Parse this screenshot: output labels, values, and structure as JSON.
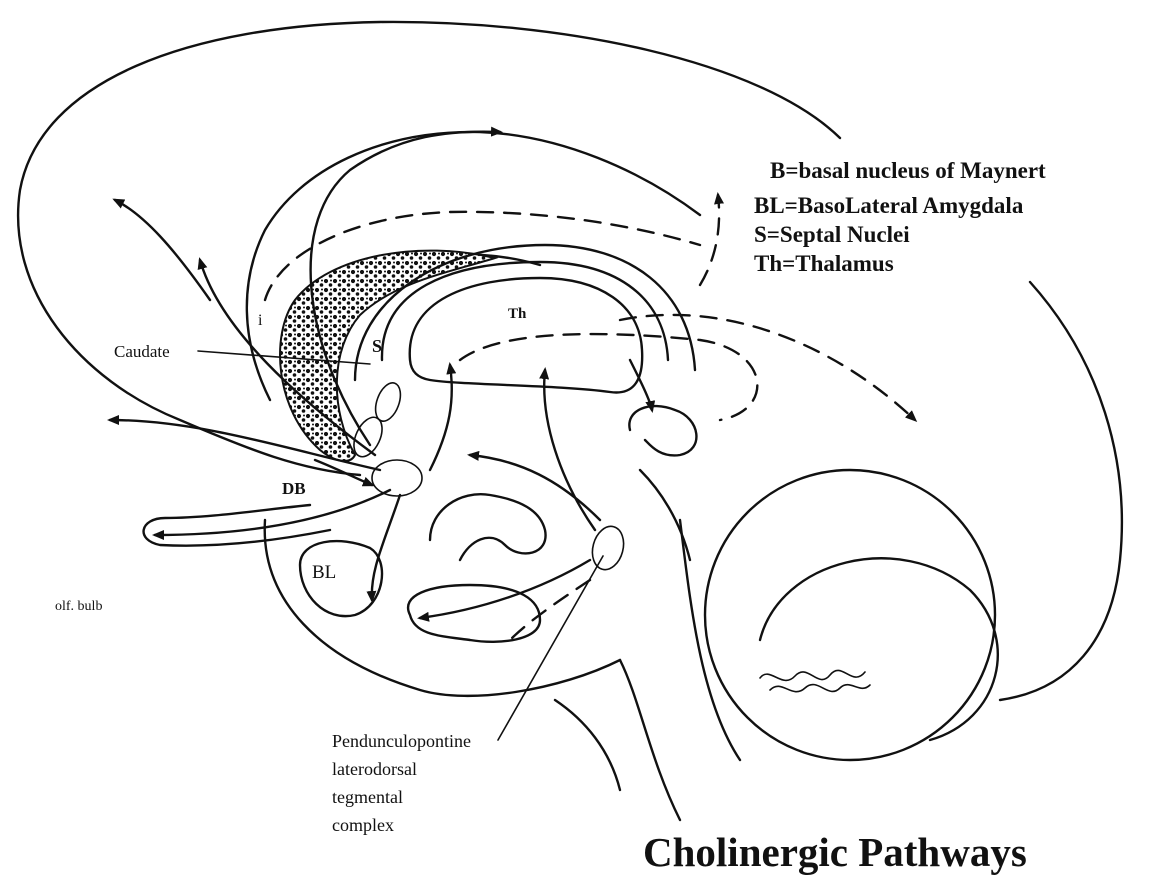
{
  "legend": {
    "b": "B=basal nucleus of Maynert",
    "bl": "BL=BasoLateral Amygdala",
    "s": "S=Septal Nuclei",
    "th": "Th=Thalamus"
  },
  "labels": {
    "caudate": "Caudate",
    "db": "DB",
    "th": "Th",
    "s": "S",
    "bl": "BL",
    "olf_bulb": "olf. bulb",
    "i": "i",
    "ppt_line1": "Pendunculopontine",
    "ppt_line2": "laterodorsal",
    "ppt_line3": "tegmental",
    "ppt_line4": "complex"
  },
  "title": "Cholinergic Pathways"
}
